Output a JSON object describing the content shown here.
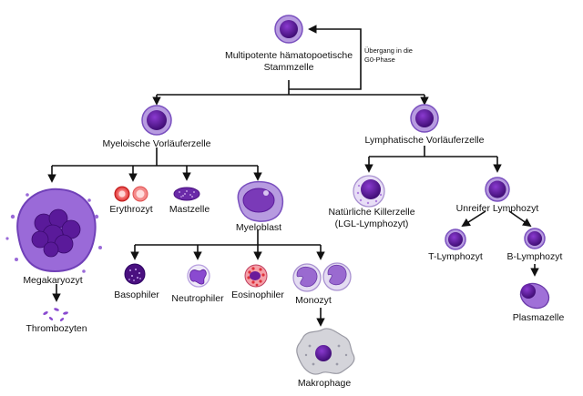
{
  "title": "",
  "colors": {
    "cell_membrane": "#a98bd8",
    "cell_light": "#ede4f8",
    "nucleus": "#5a1a9a",
    "nucleus_dark": "#3a0a6e",
    "erythrocyte": "#e03030",
    "eosin_granule": "#e0303a",
    "macrophage_bg": "#d8d8dc",
    "line": "#111111"
  },
  "labels": {
    "stem_line1": "Multipotente hämatopoetische",
    "stem_line2": "Stammzelle",
    "g0_line1": "Übergang in die",
    "g0_line2": "G0-Phase",
    "myeloid_progenitor": "Myeloische Vorläuferzelle",
    "lymphoid_progenitor": "Lymphatische Vorläuferzelle",
    "megakaryocyte": "Megakaryozyt",
    "thrombocytes": "Thrombozyten",
    "erythrocyte": "Erythrozyt",
    "mast_cell": "Mastzelle",
    "myeloblast": "Myeloblast",
    "basophil": "Basophiler",
    "neutrophil": "Neutrophiler",
    "eosinophil": "Eosinophiler",
    "monocyte": "Monozyt",
    "macrophage": "Makrophage",
    "nk_line1": "Natürliche Killerzelle",
    "nk_line2": "(LGL-Lymphozyt)",
    "immature_lymphocyte": "Unreifer Lymphozyt",
    "t_lymphocyte": "T-Lymphozyt",
    "b_lymphocyte": "B-Lymphozyt",
    "plasma_cell": "Plasmazelle"
  },
  "icons": [
    "stem-cell-icon",
    "myeloid-progenitor-icon",
    "lymphoid-progenitor-icon",
    "megakaryocyte-icon",
    "thrombocytes-icon",
    "erythrocyte-icon",
    "mast-cell-icon",
    "myeloblast-icon",
    "basophil-icon",
    "neutrophil-icon",
    "eosinophil-icon",
    "monocyte-icon",
    "macrophage-icon",
    "nk-cell-icon",
    "immature-lymphocyte-icon",
    "t-lymphocyte-icon",
    "b-lymphocyte-icon",
    "plasma-cell-icon"
  ]
}
